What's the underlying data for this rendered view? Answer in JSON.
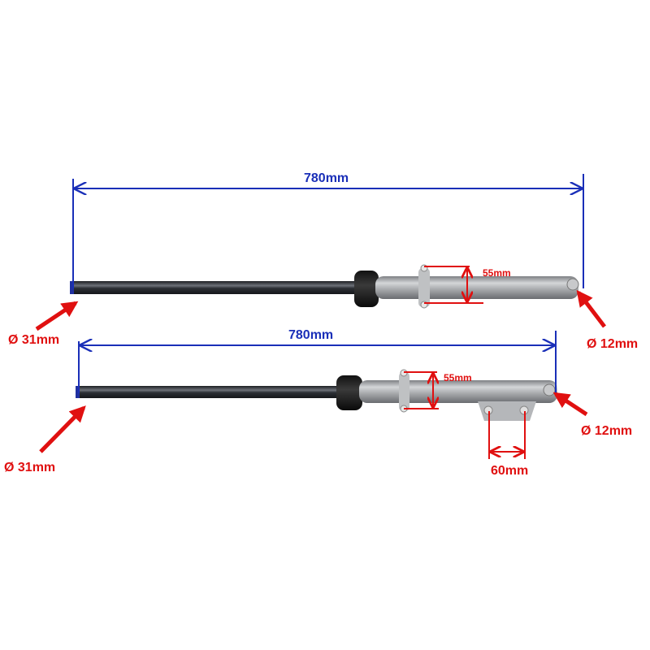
{
  "colors": {
    "dimension_blue": "#1a2fb8",
    "annotation_red": "#e01010",
    "tube_dark": "#2a2d33",
    "silver": "#a9abae"
  },
  "fork_top": {
    "length_label": "780mm",
    "clamp_label": "55mm",
    "tube_diameter_label": "Ø 31mm",
    "axle_diameter_label": "Ø 12mm"
  },
  "fork_bottom": {
    "length_label": "780mm",
    "clamp_label": "55mm",
    "tube_diameter_label": "Ø 31mm",
    "axle_diameter_label": "Ø 12mm",
    "caliper_mount_label": "60mm"
  }
}
